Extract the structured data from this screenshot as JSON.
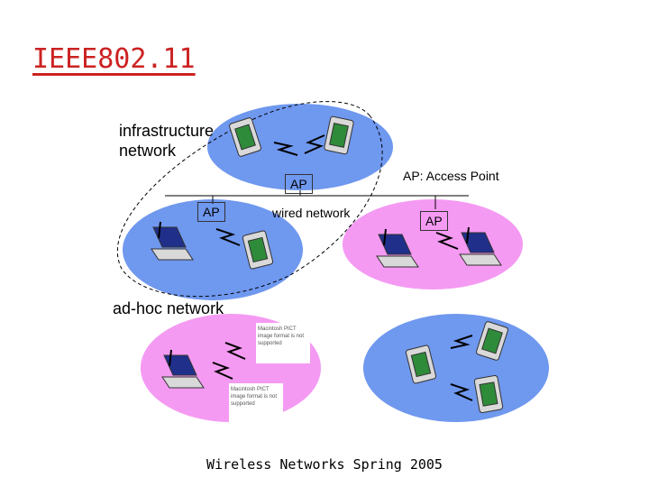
{
  "title": "IEEE802.11",
  "labels": {
    "infrastructure": "infrastructure\nnetwork",
    "ap_legend": "AP: Access Point",
    "ap_top": "AP",
    "ap_left": "AP",
    "ap_right": "AP",
    "wired": "wired network",
    "adhoc": "ad-hoc network"
  },
  "placeholders": {
    "pic1": "Macintosh PICT image format is not supported",
    "pic2": "Macintosh PICT image format is not supported"
  },
  "footer": "Wireless Networks Spring 2005",
  "colors": {
    "title": "#cc2222",
    "blue_cell": "#6f98ef",
    "pink_cell": "#f49af2",
    "terminal": "#d9d9d9",
    "screen": "#1f2f8a"
  }
}
